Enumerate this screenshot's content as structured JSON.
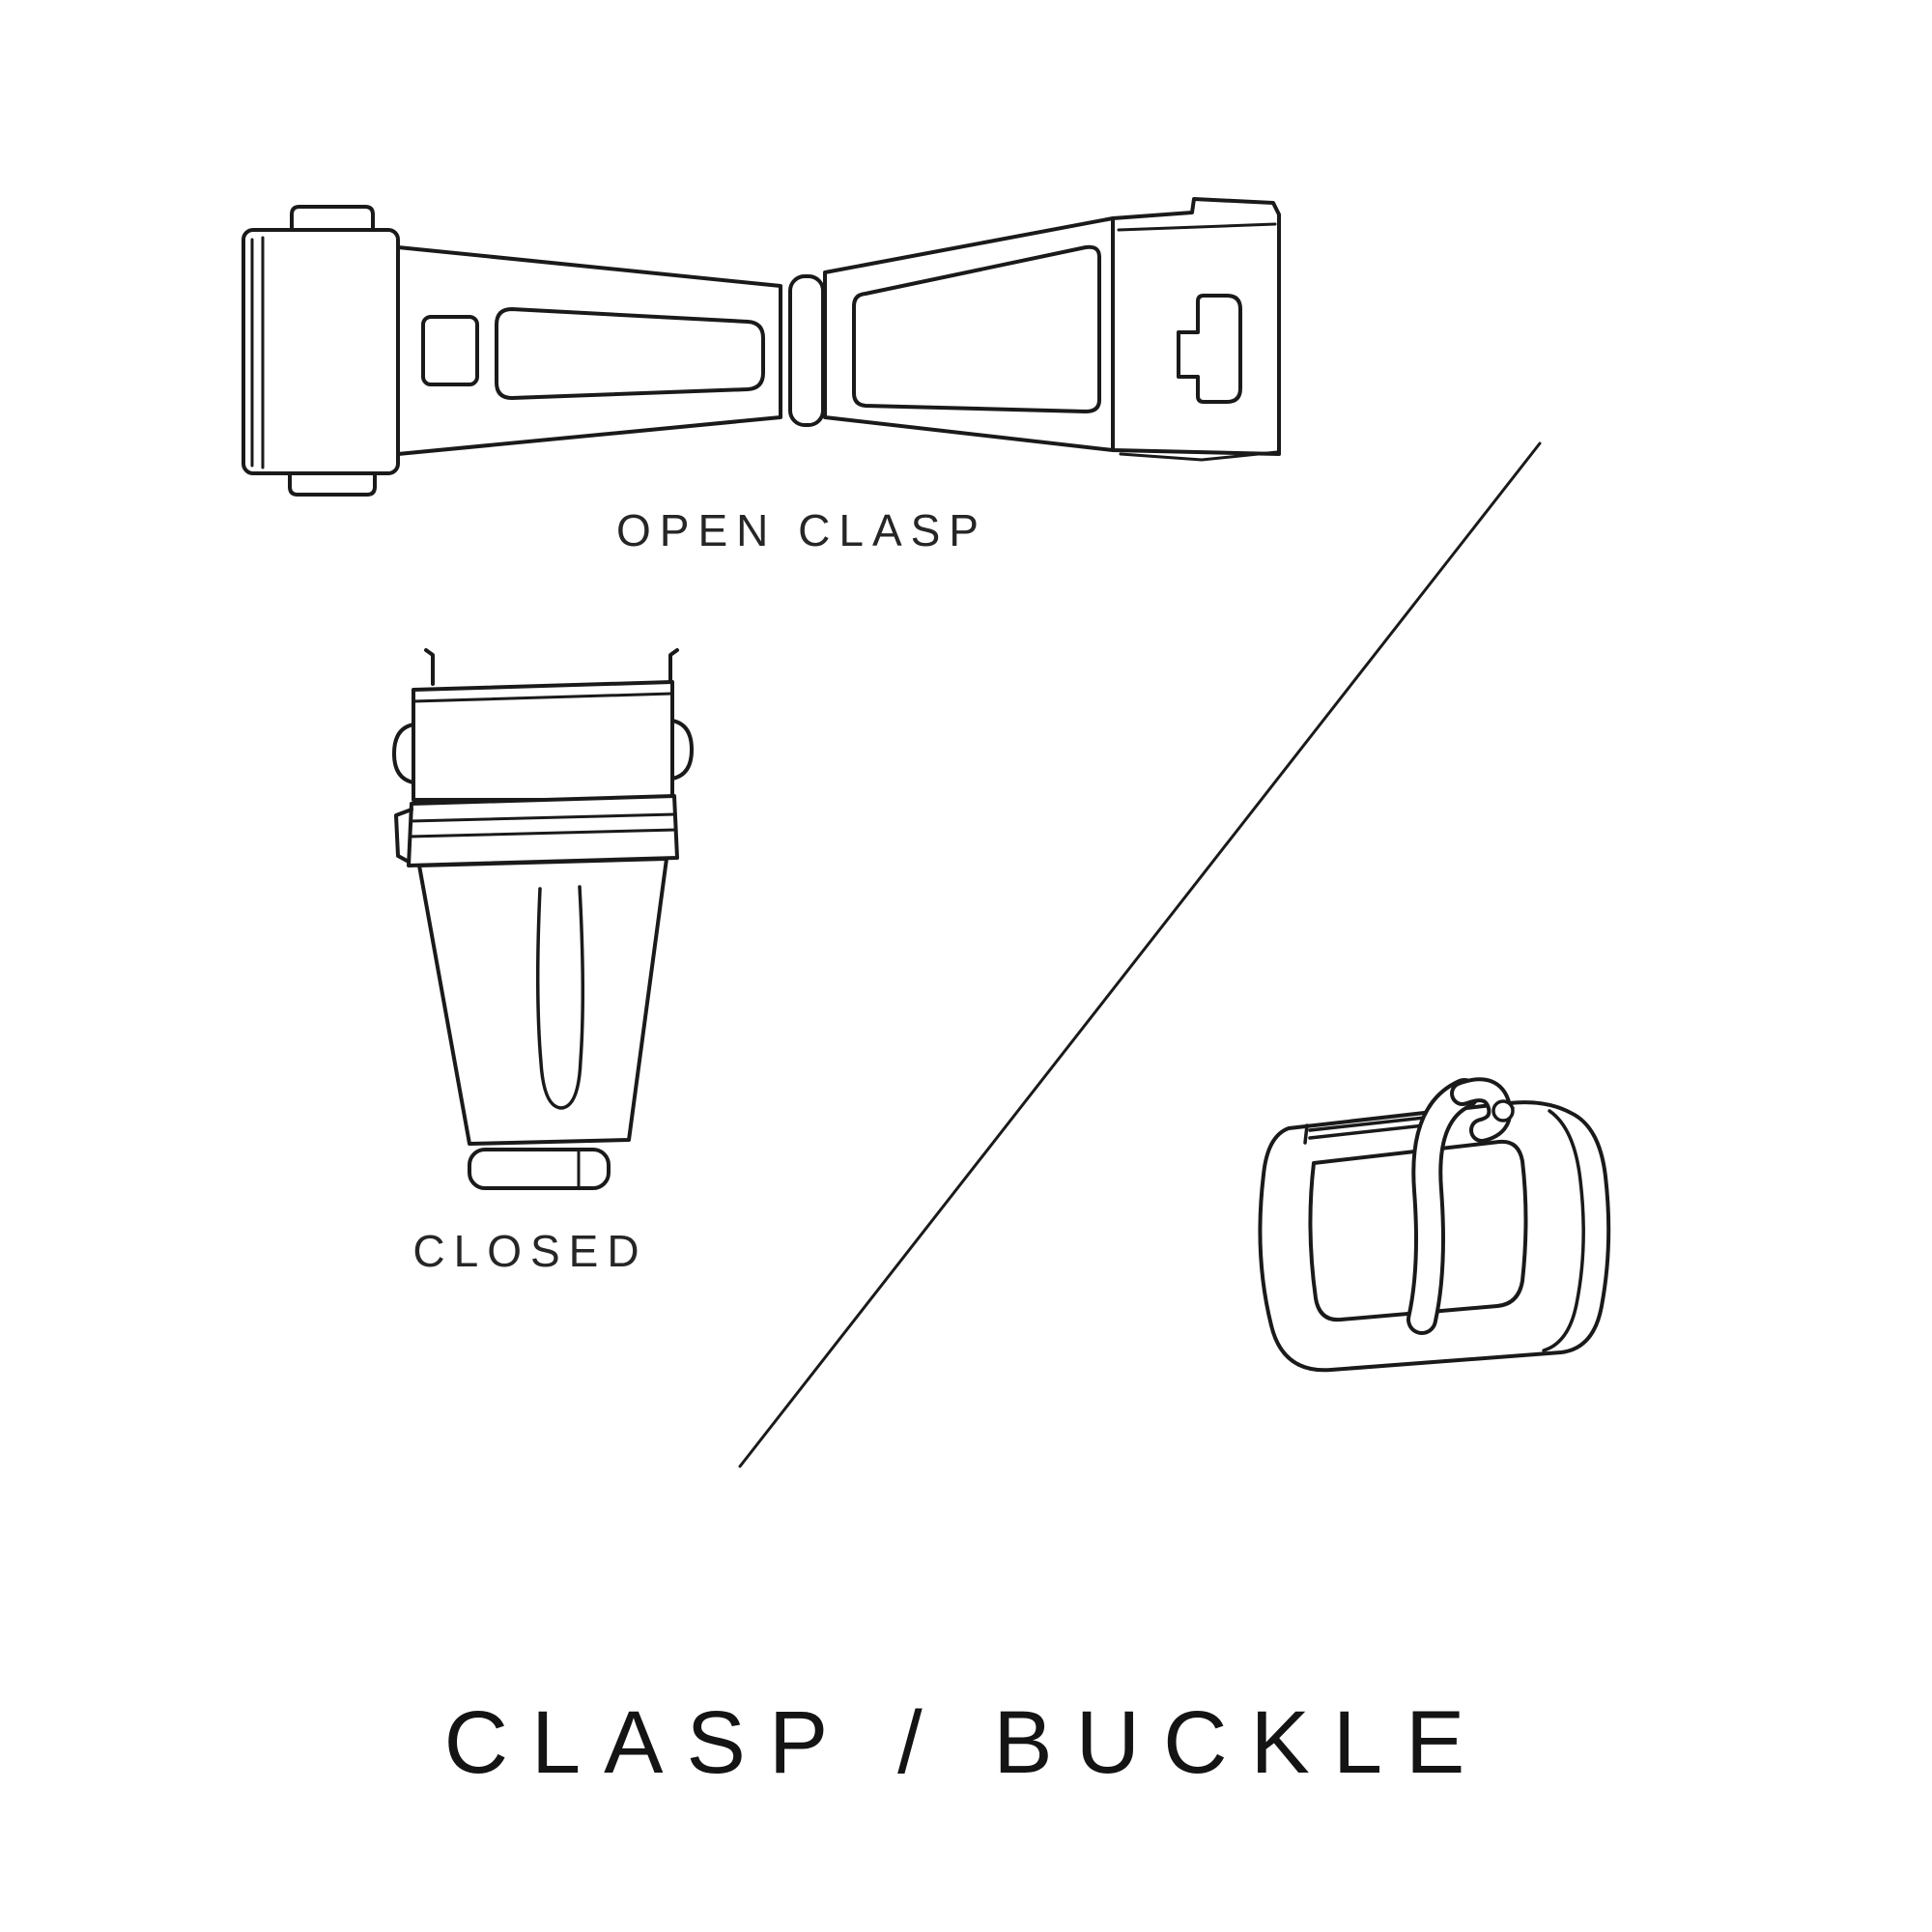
{
  "colors": {
    "line": "#1a1a1a",
    "background": "#ffffff",
    "text": "#1f1f1f"
  },
  "labels": {
    "open_clasp": "OPEN CLASP",
    "closed": "CLOSED"
  },
  "title": {
    "text": "CLASP / BUCKLE"
  },
  "illustrations": [
    {
      "name": "open-clasp-illustration",
      "caption": "OPEN CLASP"
    },
    {
      "name": "closed-clasp-illustration",
      "caption": "CLOSED"
    },
    {
      "name": "buckle-illustration",
      "caption": ""
    },
    {
      "name": "diagonal-divider-line",
      "caption": ""
    }
  ]
}
